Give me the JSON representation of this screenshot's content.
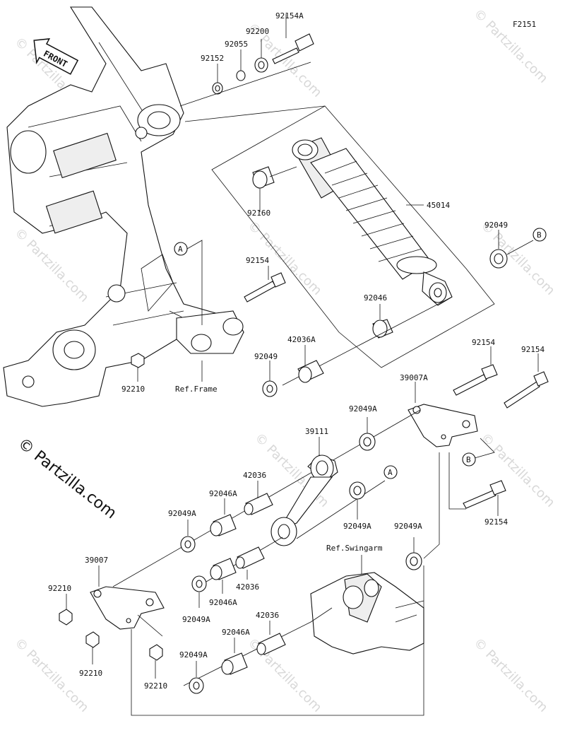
{
  "figure_code": "F2151",
  "front_label": "FRONT",
  "watermark": "© Partzilla.com",
  "brand": "© Partzilla.com",
  "references": {
    "frame": "Ref.Frame",
    "swingarm": "Ref.Swingarm"
  },
  "callouts": {
    "a": "A",
    "b": "B"
  },
  "parts": {
    "p92154A": "92154A",
    "p92200": "92200",
    "p92055": "92055",
    "p92152": "92152",
    "p92160": "92160",
    "p45014": "45014",
    "p92049_top": "92049",
    "p92154_mid": "92154",
    "p92046": "92046",
    "p42036A": "42036A",
    "p92049_mid": "92049",
    "p92210_top": "92210",
    "p92154_r1": "92154",
    "p92154_r2": "92154",
    "p39007A": "39007A",
    "p92049A_1": "92049A",
    "p39111": "39111",
    "p42036_1": "42036",
    "p92046A_1": "92046A",
    "p92049A_2": "92049A",
    "p92049A_3": "92049A",
    "p92049A_4": "92049A",
    "p92154_low": "92154",
    "p39007": "39007",
    "p92210_l1": "92210",
    "p42036_2": "42036",
    "p92046A_2": "92046A",
    "p92049A_5": "92049A",
    "p92210_l2": "92210",
    "p42036_3": "42036",
    "p92046A_3": "92046A",
    "p92049A_6": "92049A",
    "p92210_l3": "92210"
  }
}
